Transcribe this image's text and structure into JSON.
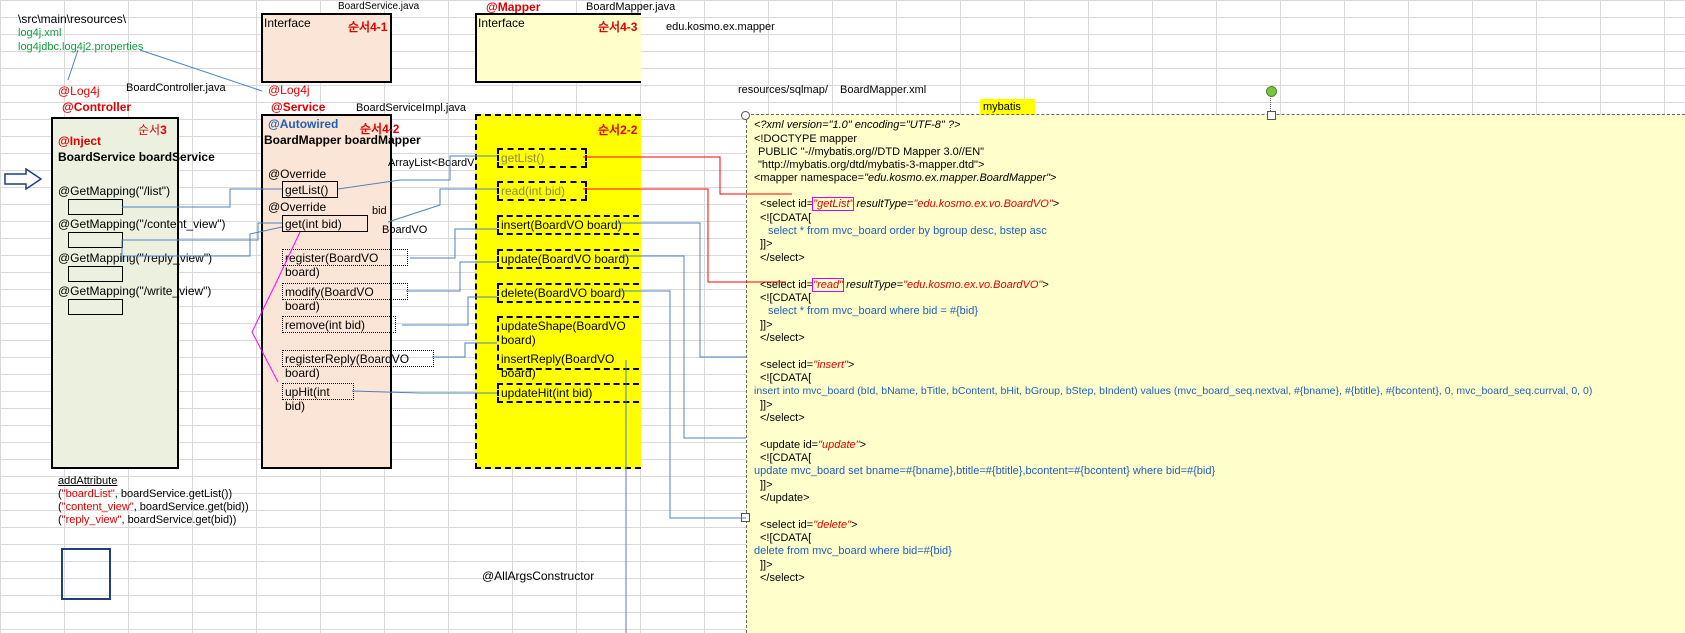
{
  "top_left": {
    "path": "\\src\\main\\resources\\",
    "file1": "log4j.xml",
    "file2": "log4jdbc.log4j2.properties"
  },
  "controller": {
    "log4j": "@Log4j",
    "file": "BoardController.java",
    "annotation": "@Controller",
    "order_prefix": "순서",
    "order_num": "3",
    "inject": "@Inject",
    "field": "BoardService boardService",
    "mappings": [
      "@GetMapping(\"/list\")",
      "@GetMapping(\"/content_view\")",
      "@GetMapping(\"/reply_view\")",
      "@GetMapping(\"/write_view\")"
    ],
    "add_attr": "addAttribute",
    "attrs": [
      {
        "key": "\"boardList\"",
        "rest": ", boardService.getList())",
        "open": "("
      },
      {
        "key": "\"content_view\"",
        "rest": ", boardService.get(bid))",
        "open": "("
      },
      {
        "key": "\"reply_view\"",
        "rest": ", boardService.get(bid))",
        "open": "("
      }
    ]
  },
  "service_iface": {
    "file": "BoardService.java",
    "label": "Interface",
    "order": "순서4-1"
  },
  "service_impl": {
    "log4j": "@Log4j",
    "annotation": "@Service",
    "file": "BoardServiceImpl.java",
    "autowired": "@Autowired",
    "order": "순서4-2",
    "field": "BoardMapper boardMapper",
    "override1": "@Override",
    "method_getlist": "getList()",
    "override2": "@Override",
    "method_get": "get(int bid)",
    "methods": [
      "register(BoardVO board)",
      "modify(BoardVO board)",
      "remove(int bid)",
      "registerReply(BoardVO board)",
      "upHit(int bid)"
    ]
  },
  "labels": {
    "arraylist": "ArrayList<BoardVO>",
    "bid": "bid",
    "boardvo": "BoardVO",
    "allargs": "@AllArgsConstructor"
  },
  "mapper_iface": {
    "annotation": "@Mapper",
    "file": "BoardMapper.java",
    "label": "Interface",
    "order": "순서4-3",
    "package": "edu.kosmo.ex.mapper"
  },
  "mapper_body": {
    "order": "순서2-2",
    "methods": [
      "getList()",
      "read(int bid)",
      "insert(BoardVO board)",
      "update(BoardVO board)",
      "delete(BoardVO board)",
      "updateShape(BoardVO board)",
      "insertReply(BoardVO board)",
      "updateHit(int bid)"
    ]
  },
  "xml": {
    "path": "resources/sqlmap/",
    "file": "BoardMapper.xml",
    "tag": "mybatis",
    "lines": {
      "decl": "<?xml version=\"1.0\" encoding=\"UTF-8\" ?>",
      "doctype1": "<!DOCTYPE mapper",
      "doctype2": "PUBLIC \"-//mybatis.org//DTD Mapper 3.0//EN\"",
      "doctype3": "\"http://mybatis.org/dtd/mybatis-3-mapper.dtd\">",
      "mapper_open": "<mapper namespace=",
      "namespace": "\"edu.kosmo.ex.mapper.BoardMapper\"",
      "mapper_close": ">",
      "select1_open": "<select id=",
      "select1_id": "\"getList\"",
      "select1_rt": " resultType=",
      "select1_rtv": "\"edu.kosmo.ex.vo.BoardVO\"",
      "gt": ">",
      "cdata": "<![CDATA[",
      "sql1": "select * from mvc_board order  by bgroup desc, bstep asc",
      "cdata_end": "]]>",
      "select_close": "</select>",
      "select2_id": "\"read\"",
      "sql2": "select * from mvc_board where bid = #{bid}",
      "select3_id": "\"insert\"",
      "sql3": "insert into mvc_board (bId, bName, bTitle, bContent, bHit, bGroup, bStep, bIndent) values (mvc_board_seq.nextval, #{bname}, #{btitle}, #{bcontent}, 0, mvc_board_seq.currval, 0, 0)",
      "update_open": "<update id=",
      "update_id": "\"update\"",
      "sql4": "update mvc_board set bname=#{bname},btitle=#{btitle},bcontent=#{bcontent} where bid=#{bid}",
      "update_close": "</update>",
      "select5_id": "\"delete\"",
      "sql5": "delete from mvc_board where bid=#{bid}"
    }
  },
  "colors": {
    "controller_bg": "#ebf1de",
    "service_bg": "#fbe5d6",
    "mapper_bg": "#ffff00",
    "xml_bg": "#ffffcc",
    "link_blue": "#4f81bd",
    "link_red": "#ff0000",
    "link_magenta": "#ff00ff"
  },
  "icons": {
    "arrow": "right-outline-arrow-icon"
  }
}
